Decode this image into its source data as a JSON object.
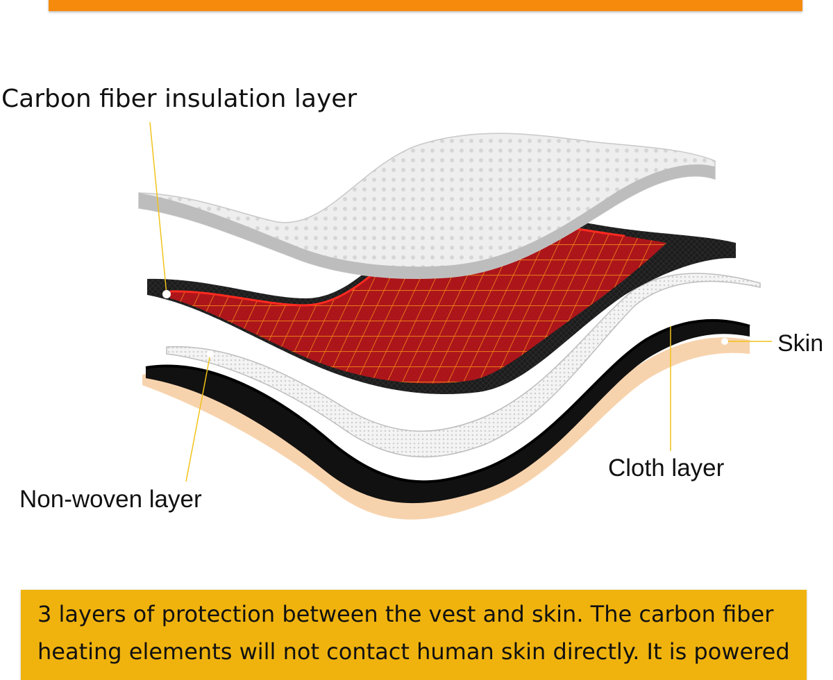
{
  "labels": {
    "carbon_fiber": "Carbon fiber insulation layer",
    "skin": "Skin",
    "cloth": "Cloth layer",
    "non_woven": "Non-woven layer"
  },
  "description": {
    "line1": "3 layers of protection between the vest and skin. The carbon fiber",
    "line2": "heating elements will not contact human skin directly. It is powered"
  },
  "colors": {
    "top_banner": "#f58a0c",
    "bottom_banner": "#f0b30e",
    "leader_line": "#f2c21a",
    "skin_layer": "#f7d3ad",
    "heating_red": "#e8141b",
    "heating_orange": "#f07f18"
  }
}
